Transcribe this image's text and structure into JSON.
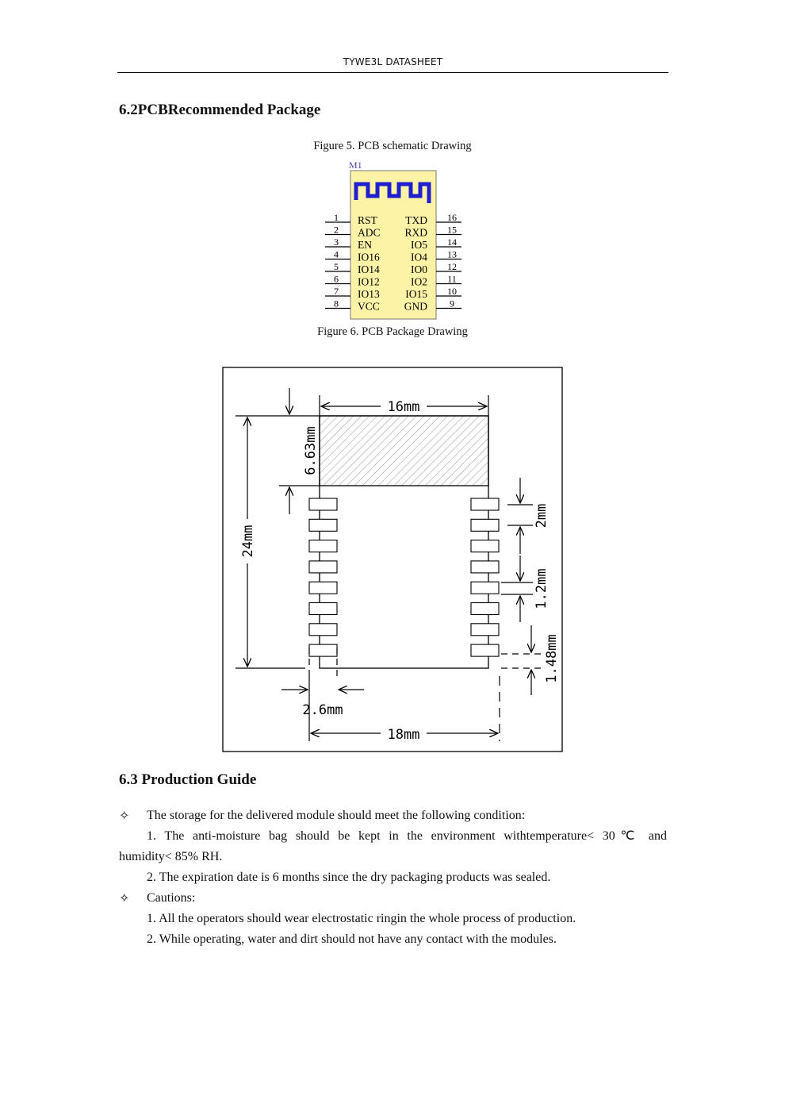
{
  "header": {
    "title": "TYWE3L DATASHEET"
  },
  "section_62": {
    "heading": "6.2PCBRecommended Package",
    "figure5_caption": "Figure 5. PCB schematic Drawing",
    "figure6_caption": "Figure 6. PCB Package Drawing"
  },
  "schematic": {
    "designator": "M1",
    "left_pins": [
      {
        "num": "1",
        "name": "RST"
      },
      {
        "num": "2",
        "name": "ADC"
      },
      {
        "num": "3",
        "name": "EN"
      },
      {
        "num": "4",
        "name": "IO16"
      },
      {
        "num": "5",
        "name": "IO14"
      },
      {
        "num": "6",
        "name": "IO12"
      },
      {
        "num": "7",
        "name": "IO13"
      },
      {
        "num": "8",
        "name": "VCC"
      }
    ],
    "right_pins": [
      {
        "num": "16",
        "name": "TXD"
      },
      {
        "num": "15",
        "name": "RXD"
      },
      {
        "num": "14",
        "name": "IO5"
      },
      {
        "num": "13",
        "name": "IO4"
      },
      {
        "num": "12",
        "name": "IO0"
      },
      {
        "num": "11",
        "name": "IO2"
      },
      {
        "num": "10",
        "name": "IO15"
      },
      {
        "num": "9",
        "name": "GND"
      }
    ],
    "body_color": "#fdf3a6",
    "antenna_color": "#1f1fd0"
  },
  "package": {
    "width_label": "16mm",
    "antenna_label": "6.63mm",
    "height_label": "24mm",
    "pitch_label": "2mm",
    "pad_width_label": "1.2mm",
    "pad_gap_label": "1.48mm",
    "pad_length_label": "2.6mm",
    "total_width_label": "18mm"
  },
  "section_63": {
    "heading": "6.3 Production Guide",
    "bullet_symbol": "✧",
    "storage_intro": "The storage for the delivered module should meet the following condition:",
    "storage_item1_line1": "1. The anti-moisture bag should be kept in the environment withtemperature< 30℃ and",
    "storage_item1_line2": "humidity< 85% RH.",
    "storage_item2": "2. The expiration date is 6 months since the dry packaging products was sealed.",
    "cautions_label": "Cautions:",
    "caution_item1": "1. All the operators should wear electrostatic ringin the whole process of production.",
    "caution_item2": "2. While operating, water and dirt should not have any contact with the modules."
  }
}
